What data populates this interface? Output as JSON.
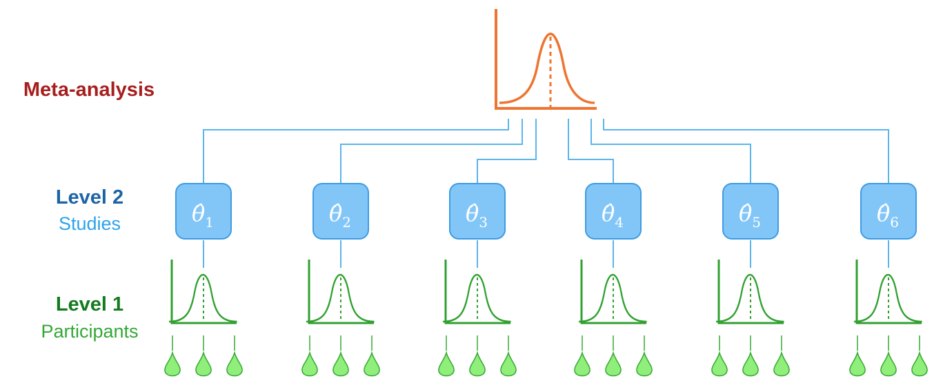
{
  "meta_analysis": {
    "label": "Meta-analysis",
    "color": "#A61E1E",
    "curve_color": "#EE7430"
  },
  "level2": {
    "title": "Level 2",
    "subtitle": "Studies",
    "title_color": "#1C64A6",
    "subtitle_color": "#2BA3EC",
    "box_fill": "#82C6F8",
    "box_stroke": "#3E9BE2",
    "connector_color": "#5BB4EA",
    "studies": [
      {
        "symbol": "θ̂",
        "subscript": "1"
      },
      {
        "symbol": "θ̂",
        "subscript": "2"
      },
      {
        "symbol": "θ̂",
        "subscript": "3"
      },
      {
        "symbol": "θ̂",
        "subscript": "4"
      },
      {
        "symbol": "θ̂",
        "subscript": "5"
      },
      {
        "symbol": "θ̂",
        "subscript": "6"
      }
    ]
  },
  "level1": {
    "title": "Level 1",
    "subtitle": "Participants",
    "title_color": "#137A1E",
    "subtitle_color": "#33A834",
    "curve_color": "#30A030",
    "participant_fill": "#90EE7A",
    "participant_stroke": "#36A834",
    "participants_per_study": 3
  }
}
